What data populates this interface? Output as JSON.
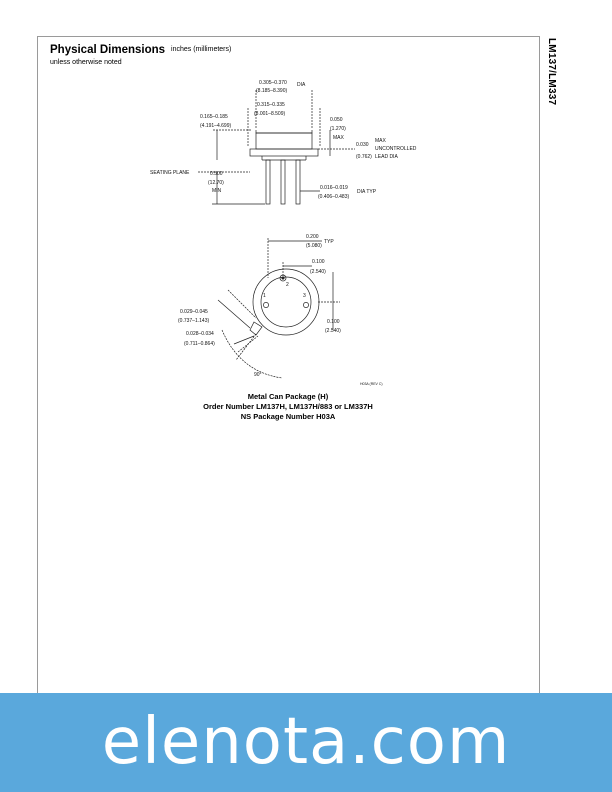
{
  "document": {
    "side_label": "LM137/LM337",
    "section_title": "Physical Dimensions",
    "section_units": "inches (millimeters)",
    "section_note": "unless otherwise noted"
  },
  "drawing": {
    "side_view_labels": {
      "dim_a": "0.305–0.370",
      "dim_a_mm": "(8.185–8.390)",
      "dim_a_suffix": "DIA",
      "dim_b": "0.315–0.335",
      "dim_b_mm": "(8.001–8.509)",
      "dim_c": "0.165–0.185",
      "dim_c_mm": "(4.191–4.699)",
      "dim_d": "0.050",
      "dim_d_mm": "(1.270)",
      "dim_d_suffix": "MAX",
      "dim_e": "0.030",
      "dim_e_mm": "(0.762)",
      "dim_e_note_1": "MAX",
      "dim_e_note_2": "UNCONTROLLED",
      "dim_e_note_3": "LEAD DIA",
      "seating_plane": "SEATING PLANE",
      "dim_f": "0.500",
      "dim_f_mm": "(12.70)",
      "dim_f_suffix": "MIN",
      "dim_g": "0.016–0.019",
      "dim_g_mm": "(0.406–0.483)",
      "dim_g_suffix": "DIA TYP"
    },
    "bottom_view_labels": {
      "dim_h": "0.200",
      "dim_h_mm": "(5.080)",
      "dim_h_suffix": "TYP",
      "dim_i": "0.100",
      "dim_i_mm": "(2.540)",
      "dim_j": "0.029–0.045",
      "dim_j_mm": "(0.737–1.143)",
      "dim_k": "0.028–0.034",
      "dim_k_mm": "(0.711–0.864)",
      "dim_l": "0.100",
      "dim_l_mm": "(2.540)",
      "angle": "90°",
      "pin_1": "1",
      "pin_2": "2",
      "pin_3": "3",
      "ref_code": "H03A (REV C)"
    }
  },
  "caption": {
    "line1": "Metal Can Package (H)",
    "line2": "Order Number LM137H, LM137H/883 or LM337H",
    "line3": "NS Package Number H03A"
  },
  "watermark": {
    "text": "elenota.com",
    "background_color": "#5aa8dc"
  }
}
